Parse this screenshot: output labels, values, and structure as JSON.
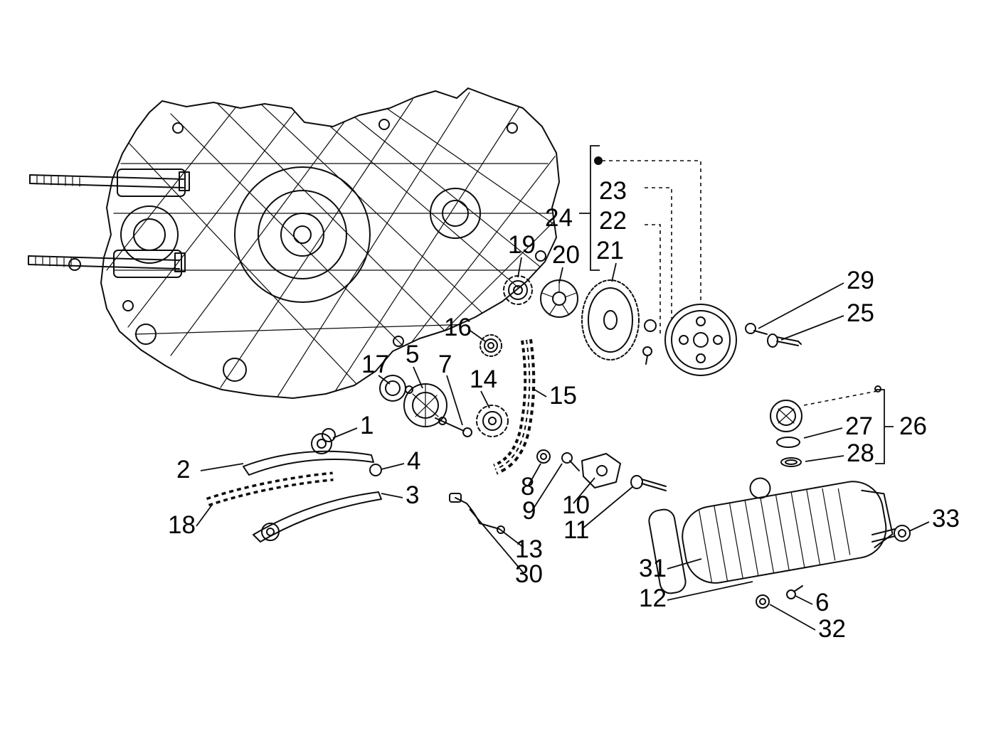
{
  "figure": {
    "style": "exploded-parts-line-drawing",
    "paper_color": "#ffffff",
    "ink_color": "#0d0d0d"
  },
  "callouts": {
    "c1": "1",
    "c2": "2",
    "c3": "3",
    "c4": "4",
    "c5": "5",
    "c6": "6",
    "c7": "7",
    "c8": "8",
    "c9": "9",
    "c10": "10",
    "c11": "11",
    "c12": "12",
    "c13": "13",
    "c14": "14",
    "c15": "15",
    "c16": "16",
    "c17": "17",
    "c18": "18",
    "c19": "19",
    "c20": "20",
    "c21": "21",
    "c22": "22",
    "c23": "23",
    "c24": "24",
    "c25": "25",
    "c26": "26",
    "c27": "27",
    "c28": "28",
    "c29": "29",
    "c30": "30",
    "c31": "31",
    "c32": "32",
    "c33": "33"
  }
}
